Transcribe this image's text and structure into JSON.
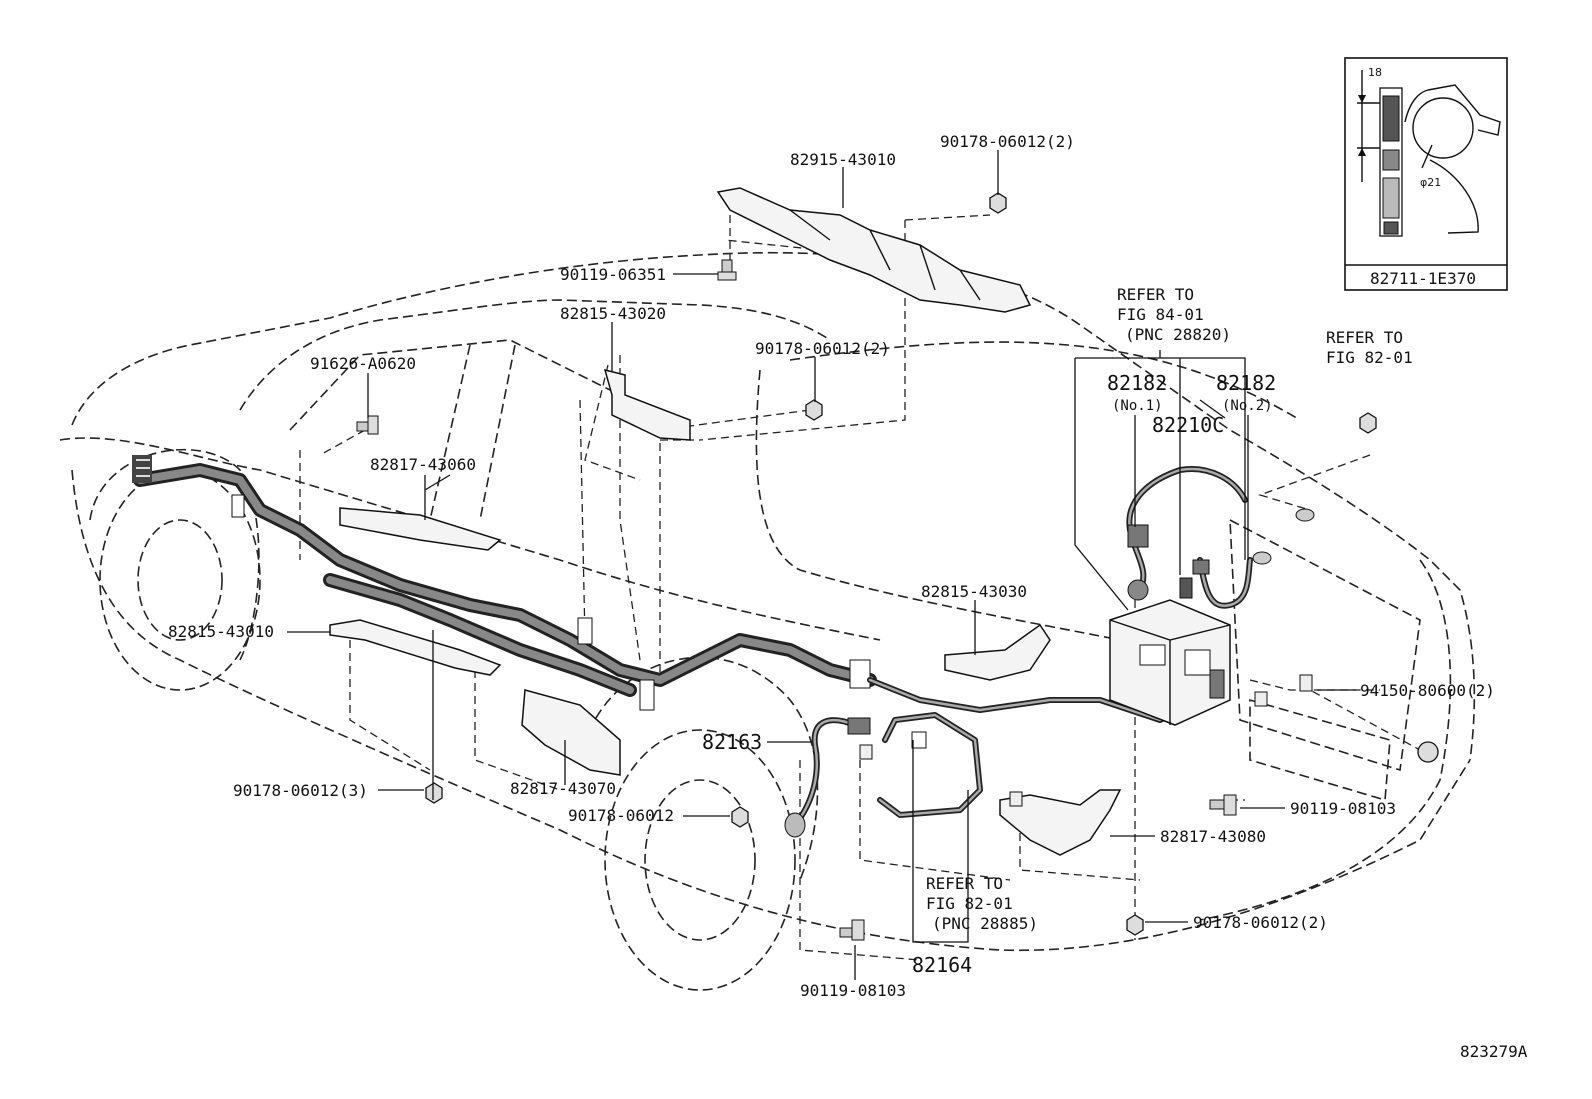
{
  "diagram_id": "823279A",
  "labels": {
    "p82915_43010": "82915-43010",
    "p90178_top": "90178-06012(2)",
    "p90119_06351": "90119-06351",
    "p82815_43020": "82815-43020",
    "p90178_mid": "90178-06012(2)",
    "p91626": "91626-A0620",
    "p82817_43060": "82817-43060",
    "p82815_43010": "82815-43010",
    "p90178_3": "90178-06012(3)",
    "p82817_43070": "82817-43070",
    "p90178_single": "90178-06012",
    "p82163": "82163",
    "p82815_43030": "82815-43030",
    "p82164": "82164",
    "p90119_08103_bottom": "90119-08103",
    "p90119_08103_right": "90119-08103",
    "p82817_43080": "82817-43080",
    "p90178_bottom_right": "90178-06012(2)",
    "p94150": "94150-80600(2)",
    "p82182_no1": "82182",
    "p82182_no1_sub": "(No.1)",
    "p82182_no2": "82182",
    "p82182_no2_sub": "(No.2)",
    "p82210c": "82210C",
    "inset_part": "82711-1E370",
    "inset_dim_18": "18",
    "inset_dim_21": "φ21"
  },
  "refers": {
    "fig84": {
      "line1": "REFER TO",
      "line2": "FIG 84-01",
      "line3": "(PNC 28820)"
    },
    "fig82_top": {
      "line1": "REFER TO",
      "line2": "FIG 82-01"
    },
    "fig82_bottom": {
      "line1": "REFER TO",
      "line2": "FIG 82-01",
      "line3": "(PNC 28885)"
    }
  }
}
